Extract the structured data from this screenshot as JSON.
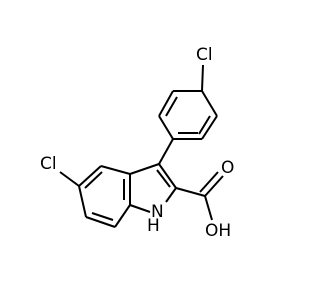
{
  "atoms": {
    "cl_top": "Cl",
    "cl_left": "Cl",
    "oxygen": "O",
    "hydroxyl": "OH",
    "nh_n": "N",
    "nh_h": "H"
  }
}
